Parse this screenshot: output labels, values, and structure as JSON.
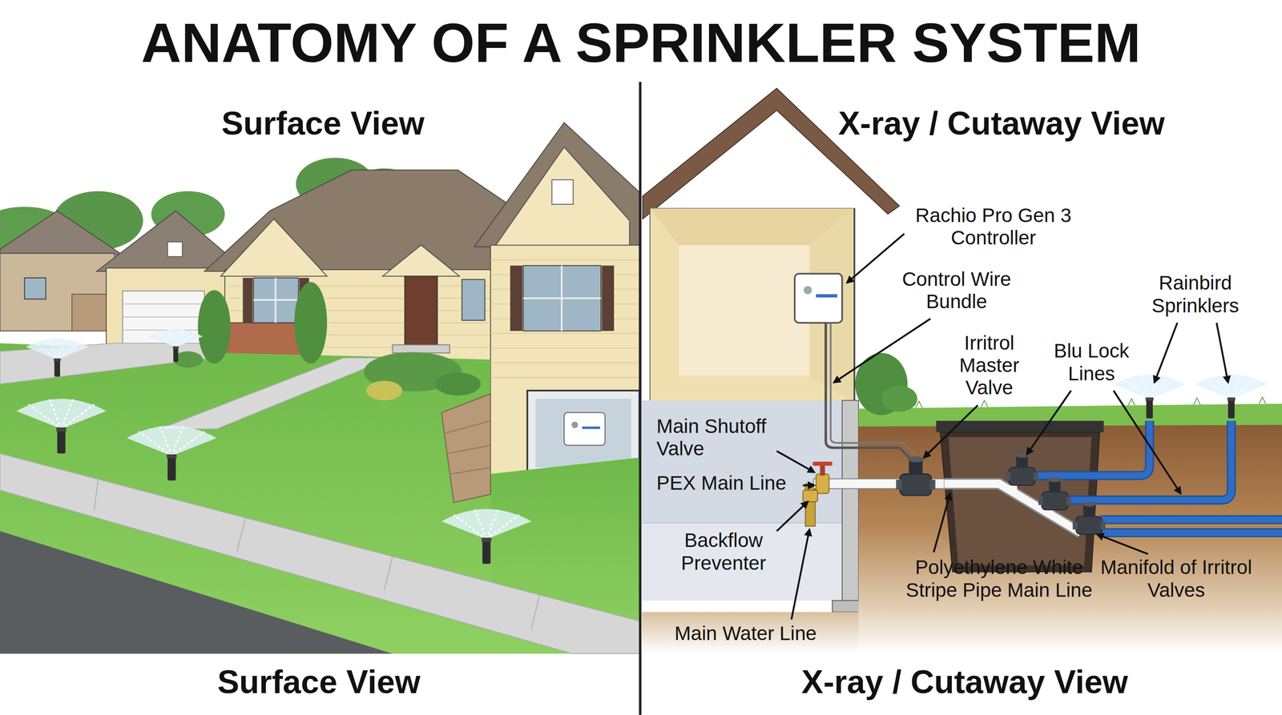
{
  "diagram": {
    "title": "ANATOMY OF A SPRINKLER SYSTEM",
    "labels": [
      "Surface View",
      "X-ray / Cutaway View",
      "Rachio Pro Gen 3 Controller",
      "Control Wire Bundle",
      "Irritrol Master Valve",
      "Blu Lock Lines",
      "Rainbird Sprinklers",
      "Main Shutoff Valve",
      "PEX Main Line",
      "Backflow Preventer",
      "Polyethylene White Stripe Pipe Main Line",
      "Manifold of Irritrol Valves",
      "Main Water Line",
      "Surface View",
      "X-ray / Cutaway View"
    ]
  }
}
